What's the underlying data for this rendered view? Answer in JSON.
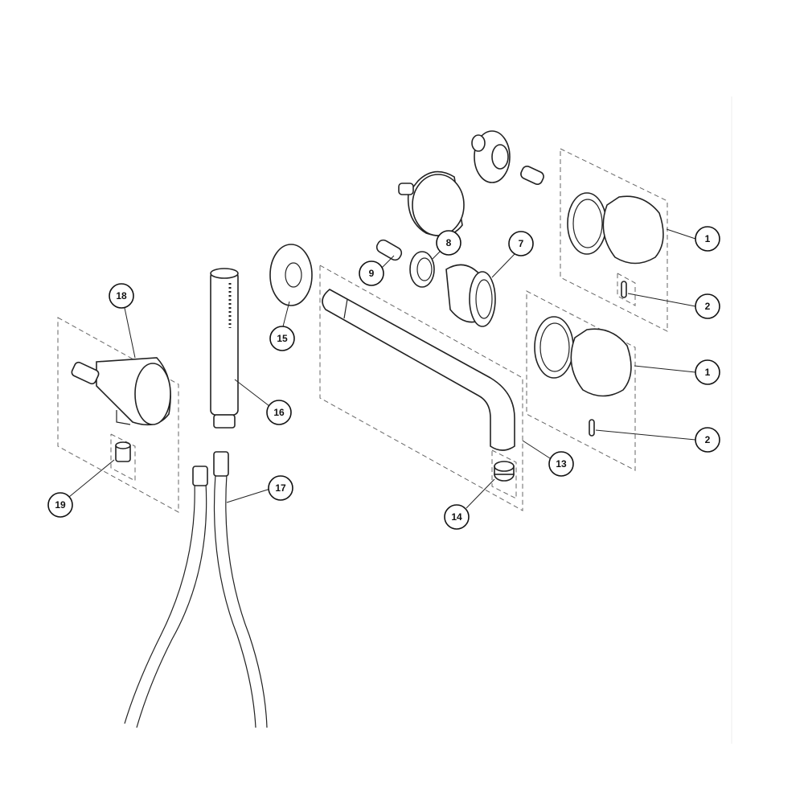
{
  "diagram": {
    "type": "exploded-parts-view",
    "callouts": [
      {
        "id": "c1a",
        "label": "1"
      },
      {
        "id": "c2a",
        "label": "2"
      },
      {
        "id": "c1b",
        "label": "1"
      },
      {
        "id": "c2b",
        "label": "2"
      },
      {
        "id": "c7",
        "label": "7"
      },
      {
        "id": "c8",
        "label": "8"
      },
      {
        "id": "c9",
        "label": "9"
      },
      {
        "id": "c13",
        "label": "13"
      },
      {
        "id": "c14",
        "label": "14"
      },
      {
        "id": "c15",
        "label": "15"
      },
      {
        "id": "c16",
        "label": "16"
      },
      {
        "id": "c17",
        "label": "17"
      },
      {
        "id": "c18",
        "label": "18"
      },
      {
        "id": "c19",
        "label": "19"
      }
    ]
  }
}
